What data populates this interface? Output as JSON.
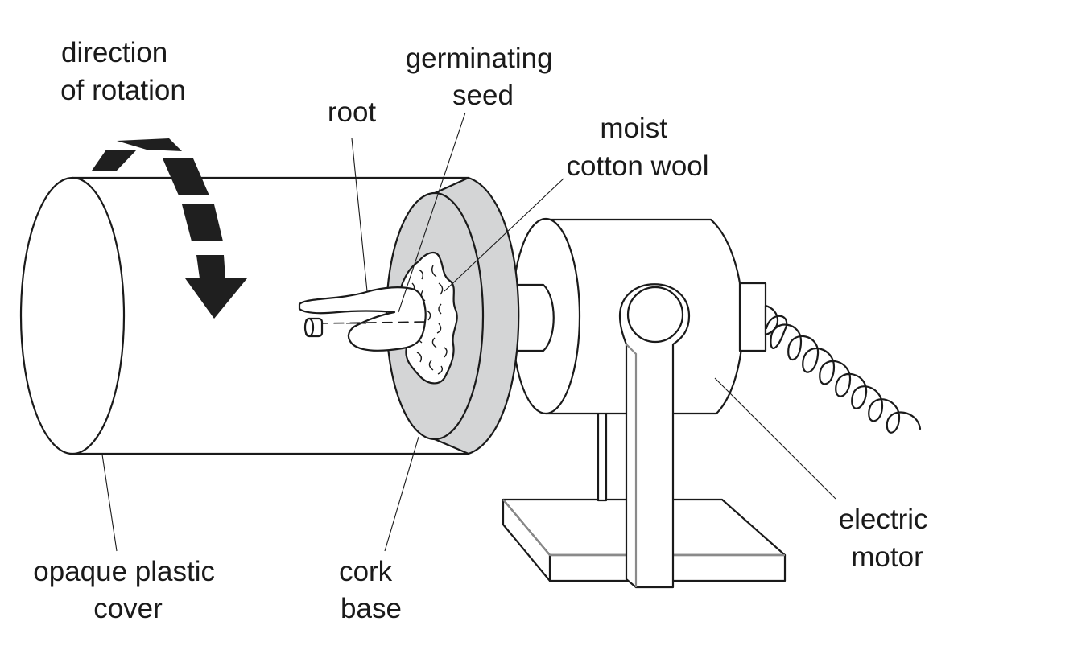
{
  "labels": {
    "direction_of_rotation": [
      "direction",
      "of rotation"
    ],
    "germinating_seed": [
      "germinating",
      "seed"
    ],
    "root": [
      "root"
    ],
    "moist_cotton_wool": [
      "moist",
      "cotton wool"
    ],
    "opaque_plastic_cover": [
      "opaque plastic",
      "cover"
    ],
    "cork_base": [
      "cork",
      "base"
    ],
    "electric_motor": [
      "electric",
      "motor"
    ]
  },
  "colors": {
    "line": "#1a1a1a",
    "cork": "#d4d5d6",
    "arrow": "#1f1f1f"
  }
}
